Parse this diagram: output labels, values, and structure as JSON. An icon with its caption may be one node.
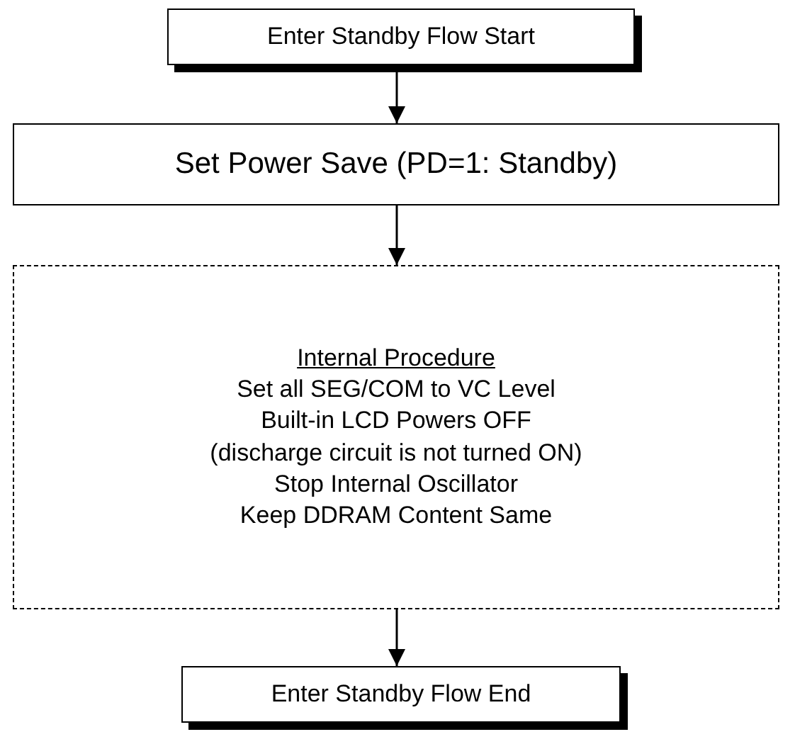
{
  "diagram": {
    "nodes": [
      {
        "text": [
          "Enter Standby Flow Start"
        ]
      },
      {
        "text": [
          "Set Power Save (PD=1: Standby)"
        ]
      },
      {
        "text": [
          "Internal Procedure",
          "Set all SEG/COM to VC Level",
          "Built-in LCD Powers OFF",
          "(discharge circuit is not turned ON)",
          "Stop Internal Oscillator",
          "Keep DDRAM Content Same"
        ]
      },
      {
        "text": [
          "Enter Standby Flow End"
        ]
      }
    ],
    "edges": [
      {
        "from": 0,
        "to": 1,
        "arrow": "to"
      },
      {
        "from": 1,
        "to": 2,
        "arrow": "to"
      },
      {
        "from": 2,
        "to": 3,
        "arrow": "to"
      }
    ]
  }
}
